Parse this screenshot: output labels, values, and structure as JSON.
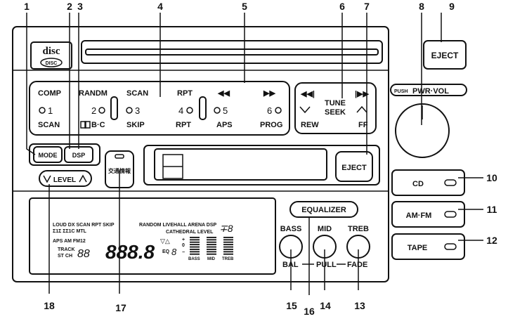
{
  "callouts": [
    "1",
    "2",
    "3",
    "4",
    "5",
    "6",
    "7",
    "8",
    "9",
    "10",
    "11",
    "12",
    "13",
    "14",
    "15",
    "16",
    "17",
    "18"
  ],
  "logo": {
    "disc_text": "disc",
    "disc_badge": "DISC"
  },
  "buttons": {
    "eject_top": "EJECT",
    "eject_tape": "EJECT",
    "mode": "MODE",
    "dsp": "DSP",
    "level": "LEVEL",
    "cd": "CD",
    "am_fm": "AM·FM",
    "tape": "TAPE",
    "equalizer": "EQUALIZER",
    "bass": "BASS",
    "mid": "MID",
    "treb": "TREB",
    "traffic": "交通情報"
  },
  "power": {
    "push": "PUSH",
    "pwr_vol": "PWR·VOL"
  },
  "preset_group1": {
    "top_left": "COMP",
    "top_right": "RANDM",
    "num_left": "1",
    "num_right": "2",
    "bottom_left": "SCAN",
    "bottom_right": "B·C"
  },
  "preset_group2": {
    "top_left": "SCAN",
    "top_right": "RPT",
    "num_left": "3",
    "num_right": "4",
    "bottom_left": "SKIP",
    "bottom_right": "RPT"
  },
  "preset_group3": {
    "top_left": "◀◀",
    "top_right": "▶▶",
    "num_left": "5",
    "num_right": "6",
    "bottom_left": "APS",
    "bottom_right": "PROG"
  },
  "tune_seek": {
    "top_left": "◀◀|",
    "top_right": "|▶▶",
    "tune": "TUNE",
    "seek": "SEEK",
    "rew": "REW",
    "ff": "FF"
  },
  "knob_labels": {
    "bal": "BAL",
    "pull": "PULL",
    "fade": "FADE"
  },
  "display": {
    "row1": "LOUD DX SCAN RPT SKIP",
    "row2": "Σ1Σ ΣΣ1C MTL",
    "row3": "APS AM FM12",
    "row4a": "TRACK",
    "row4b": "ST CH",
    "digits_small": "88",
    "digits_big": "888.8",
    "right_row1": "RANDOM LIVEHALL ARENA DSP",
    "right_row2": "CATHEDRAL LEVEL",
    "level_digit": "∓8",
    "eq_label": "EQ",
    "eq_digit": "8",
    "bars_labels": [
      "BASS",
      "MID",
      "TREB"
    ],
    "plus": "+",
    "zero": "0",
    "minus": "−",
    "triangles": "▽△"
  }
}
